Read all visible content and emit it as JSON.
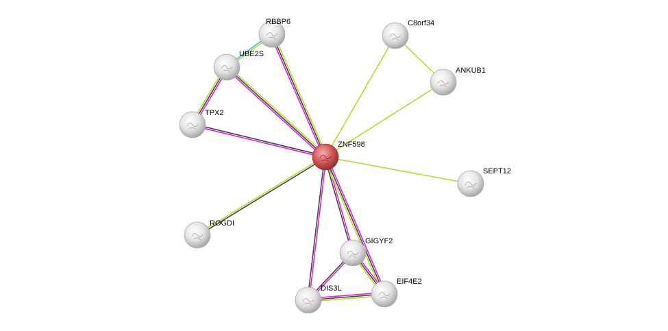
{
  "network": {
    "nodes": [
      {
        "id": "ZNF598",
        "label": "ZNF598",
        "query": true
      },
      {
        "id": "RBBP6",
        "label": "RBBP6"
      },
      {
        "id": "UBE2S",
        "label": "UBE2S"
      },
      {
        "id": "TPX2",
        "label": "TPX2"
      },
      {
        "id": "ROGDI",
        "label": "ROGDI"
      },
      {
        "id": "C8orf34",
        "label": "C8orf34"
      },
      {
        "id": "ANKUB1",
        "label": "ANKUB1"
      },
      {
        "id": "SEPT12",
        "label": "SEPT12"
      },
      {
        "id": "GIGYF2",
        "label": "GIGYF2"
      },
      {
        "id": "DIS3L",
        "label": "DIS3L"
      },
      {
        "id": "EIF4E2",
        "label": "EIF4E2"
      }
    ],
    "edges": [
      {
        "a": "ZNF598",
        "b": "RBBP6",
        "types": [
          "magenta",
          "black",
          "lime"
        ]
      },
      {
        "a": "ZNF598",
        "b": "UBE2S",
        "types": [
          "magenta",
          "black",
          "lime"
        ]
      },
      {
        "a": "ZNF598",
        "b": "TPX2",
        "types": [
          "magenta",
          "black"
        ]
      },
      {
        "a": "ZNF598",
        "b": "ROGDI",
        "types": [
          "black",
          "lime"
        ]
      },
      {
        "a": "ZNF598",
        "b": "C8orf34",
        "types": [
          "lime"
        ]
      },
      {
        "a": "ZNF598",
        "b": "ANKUB1",
        "types": [
          "lime"
        ]
      },
      {
        "a": "ZNF598",
        "b": "SEPT12",
        "types": [
          "lime"
        ]
      },
      {
        "a": "ZNF598",
        "b": "GIGYF2",
        "types": [
          "magenta",
          "black"
        ]
      },
      {
        "a": "ZNF598",
        "b": "DIS3L",
        "types": [
          "magenta",
          "black"
        ]
      },
      {
        "a": "ZNF598",
        "b": "EIF4E2",
        "types": [
          "magenta",
          "black",
          "lime"
        ]
      },
      {
        "a": "C8orf34",
        "b": "ANKUB1",
        "types": [
          "lime"
        ]
      },
      {
        "a": "UBE2S",
        "b": "RBBP6",
        "types": [
          "cyan",
          "lime"
        ]
      },
      {
        "a": "UBE2S",
        "b": "TPX2",
        "types": [
          "magenta",
          "black",
          "lime"
        ]
      },
      {
        "a": "GIGYF2",
        "b": "DIS3L",
        "types": [
          "magenta",
          "black"
        ]
      },
      {
        "a": "GIGYF2",
        "b": "EIF4E2",
        "types": [
          "magenta",
          "black",
          "lime"
        ]
      },
      {
        "a": "DIS3L",
        "b": "EIF4E2",
        "types": [
          "magenta",
          "black",
          "lime"
        ]
      }
    ],
    "colors": {
      "magenta": "#dd22dd",
      "black": "#444444",
      "lime": "#b5d92a",
      "cyan": "#33bbdd",
      "query_node": "#d66",
      "node": "#e6e6e6"
    }
  }
}
